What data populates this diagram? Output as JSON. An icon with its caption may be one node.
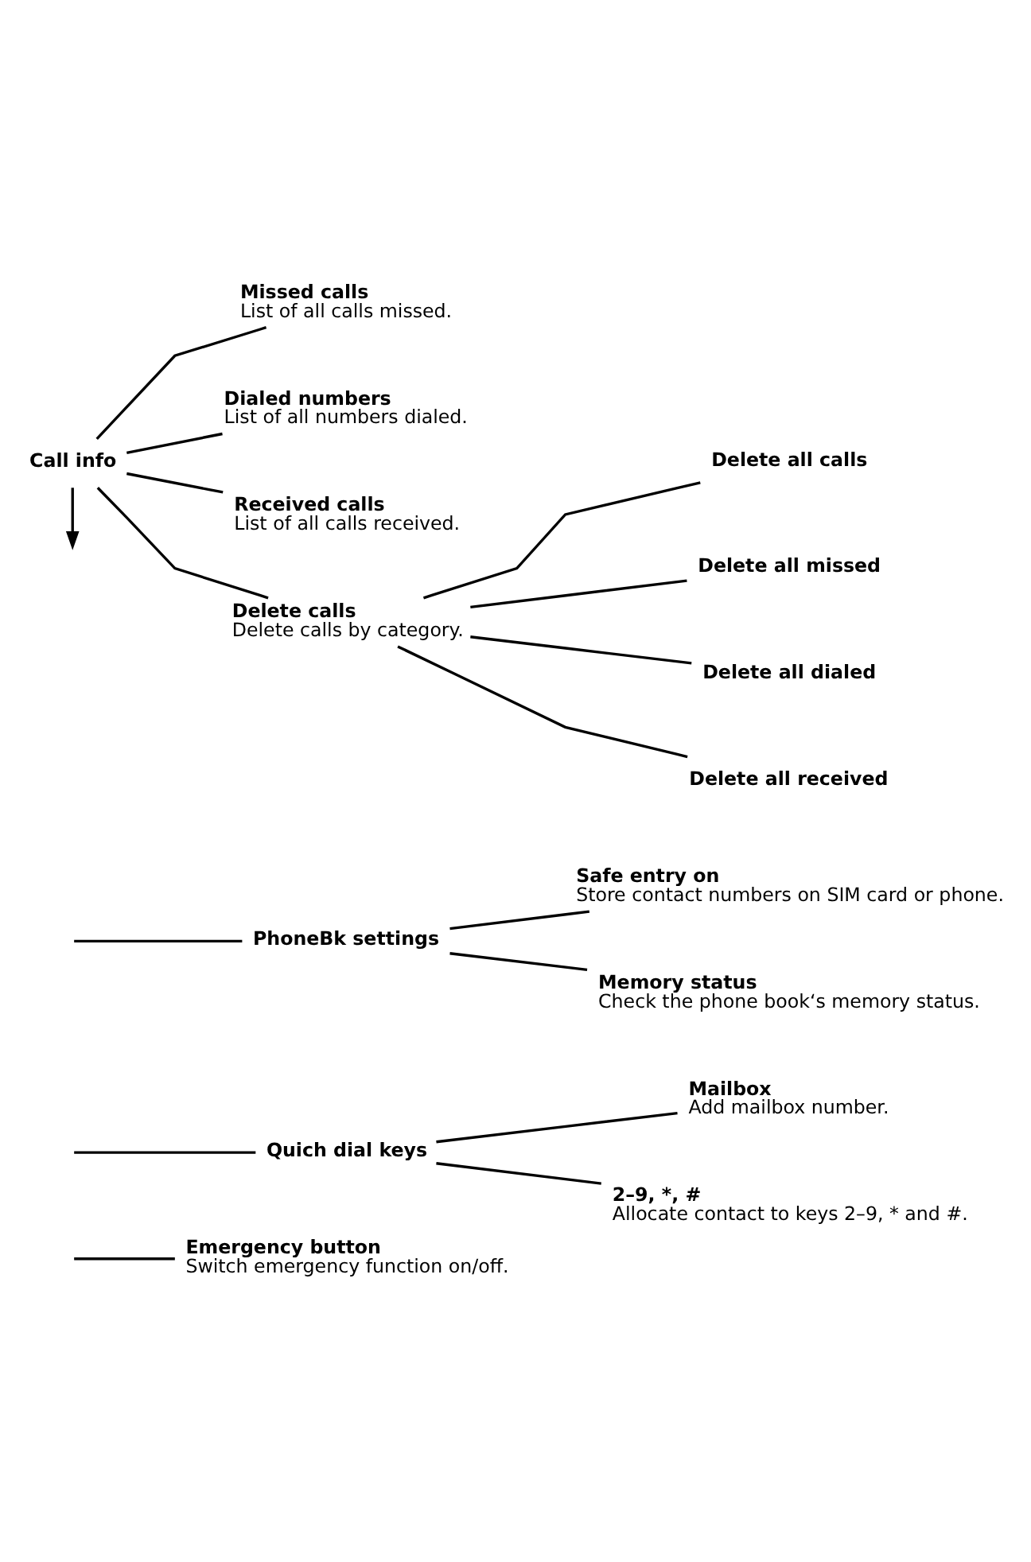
{
  "diagram": {
    "nodes": [
      {
        "text": [
          "Emergency button",
          "Switch emergency function on/off."
        ]
      },
      {
        "text": [
          "Quich dial keys"
        ]
      },
      {
        "text": [
          "Mailbox",
          "Add mailbox number."
        ]
      },
      {
        "text": [
          "2–9, *, #",
          "Allocate contact to keys 2–9, * and #."
        ]
      },
      {
        "text": [
          "PhoneBk settings"
        ]
      },
      {
        "text": [
          "Safe entry on",
          "Store contact numbers on SIM card or phone."
        ]
      },
      {
        "text": [
          "Memory status",
          "Check the phone book‘s memory status."
        ]
      },
      {
        "text": [
          "Call info"
        ]
      },
      {
        "text": [
          "Missed calls",
          "List of all calls missed."
        ]
      },
      {
        "text": [
          "Dialed numbers",
          "List of all numbers dialed."
        ]
      },
      {
        "text": [
          "Received calls",
          "List of all calls received."
        ]
      },
      {
        "text": [
          "Delete calls",
          "Delete calls by category."
        ]
      },
      {
        "text": [
          "Delete all calls"
        ]
      },
      {
        "text": [
          "Delete all missed"
        ]
      },
      {
        "text": [
          "Delete all dialed"
        ]
      },
      {
        "text": [
          "Delete all received"
        ]
      }
    ],
    "edges": [
      {
        "from": null,
        "to": 0,
        "arrow": "none"
      },
      {
        "from": null,
        "to": 1,
        "arrow": "none"
      },
      {
        "from": null,
        "to": 4,
        "arrow": "none"
      },
      {
        "from": 1,
        "to": 2,
        "arrow": "none"
      },
      {
        "from": 1,
        "to": 3,
        "arrow": "none"
      },
      {
        "from": 4,
        "to": 5,
        "arrow": "none"
      },
      {
        "from": 4,
        "to": 6,
        "arrow": "none"
      },
      {
        "from": 7,
        "to": 8,
        "arrow": "none"
      },
      {
        "from": 7,
        "to": 9,
        "arrow": "none"
      },
      {
        "from": 7,
        "to": 10,
        "arrow": "none"
      },
      {
        "from": 7,
        "to": 11,
        "arrow": "none"
      },
      {
        "from": 7,
        "to": null,
        "arrow": "to"
      },
      {
        "from": 11,
        "to": 12,
        "arrow": "none"
      },
      {
        "from": 11,
        "to": 13,
        "arrow": "none"
      },
      {
        "from": 11,
        "to": 14,
        "arrow": "none"
      },
      {
        "from": 11,
        "to": 15,
        "arrow": "none"
      }
    ]
  }
}
